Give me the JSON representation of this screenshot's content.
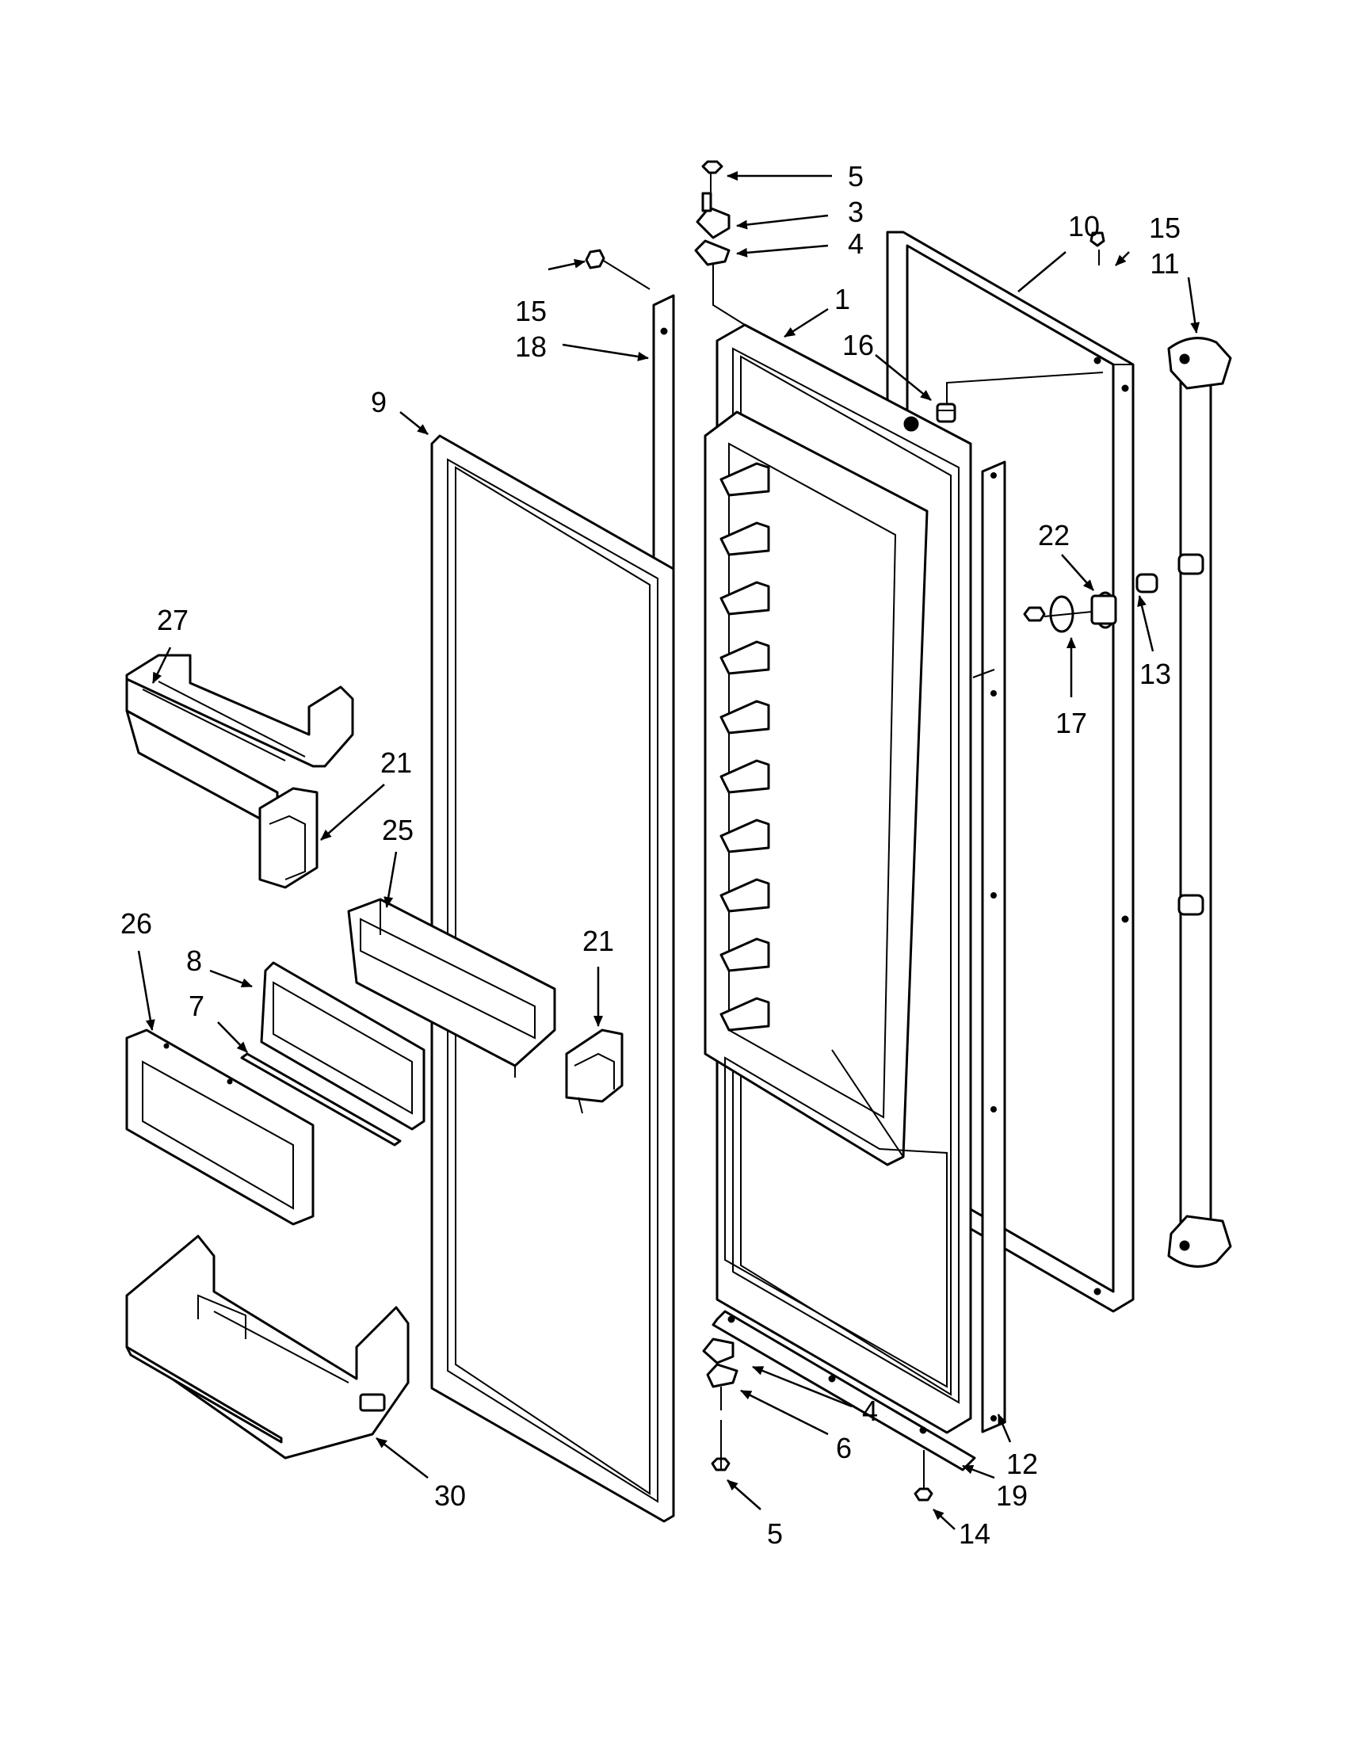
{
  "diagram": {
    "colors": {
      "line": "#000000",
      "background": "#ffffff"
    },
    "callouts": [
      {
        "id": "c5a",
        "label": "5"
      },
      {
        "id": "c3",
        "label": "3"
      },
      {
        "id": "c4a",
        "label": "4"
      },
      {
        "id": "c10",
        "label": "10"
      },
      {
        "id": "c15a",
        "label": "15"
      },
      {
        "id": "c11",
        "label": "11"
      },
      {
        "id": "c1",
        "label": "1"
      },
      {
        "id": "c15b",
        "label": "15"
      },
      {
        "id": "c18",
        "label": "18"
      },
      {
        "id": "c16",
        "label": "16"
      },
      {
        "id": "c9",
        "label": "9"
      },
      {
        "id": "c22",
        "label": "22"
      },
      {
        "id": "c13",
        "label": "13"
      },
      {
        "id": "c17",
        "label": "17"
      },
      {
        "id": "c27",
        "label": "27"
      },
      {
        "id": "c21a",
        "label": "21"
      },
      {
        "id": "c25",
        "label": "25"
      },
      {
        "id": "c26",
        "label": "26"
      },
      {
        "id": "c8",
        "label": "8"
      },
      {
        "id": "c7",
        "label": "7"
      },
      {
        "id": "c21b",
        "label": "21"
      },
      {
        "id": "c4b",
        "label": "4"
      },
      {
        "id": "c6",
        "label": "6"
      },
      {
        "id": "c12",
        "label": "12"
      },
      {
        "id": "c19",
        "label": "19"
      },
      {
        "id": "c30",
        "label": "30"
      },
      {
        "id": "c5b",
        "label": "5"
      },
      {
        "id": "c14",
        "label": "14"
      }
    ]
  }
}
